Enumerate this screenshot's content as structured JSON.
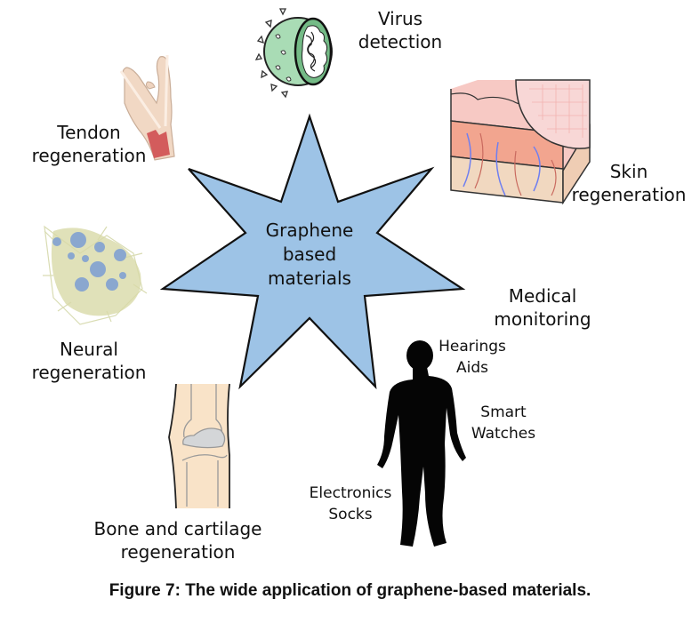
{
  "figure": {
    "center": {
      "line1": "Graphene",
      "line2": "based",
      "line3": "materials",
      "fill_color": "#9dc3e6"
    },
    "applications": [
      {
        "id": "virus",
        "line1": "Virus",
        "line2": "detection",
        "icon": "virus-icon"
      },
      {
        "id": "tendon",
        "line1": "Tendon",
        "line2": "regeneration",
        "icon": "hand-tendon-icon"
      },
      {
        "id": "skin",
        "line1": "Skin",
        "line2": "regeneration",
        "icon": "skin-layers-icon"
      },
      {
        "id": "neural",
        "line1": "Neural",
        "line2": "regeneration",
        "icon": "neuron-cells-icon"
      },
      {
        "id": "medical",
        "line1": "Medical",
        "line2": "monitoring",
        "icon": "human-silhouette-icon",
        "devices": [
          {
            "line1": "Hearings",
            "line2": "Aids"
          },
          {
            "line1": "Smart",
            "line2": "Watches"
          },
          {
            "line1": "Electronics",
            "line2": "Socks"
          }
        ]
      },
      {
        "id": "bone",
        "line1": "Bone and cartilage",
        "line2": "regeneration",
        "icon": "knee-joint-icon"
      }
    ],
    "caption": "Figure 7: The wide application of graphene-based materials."
  }
}
